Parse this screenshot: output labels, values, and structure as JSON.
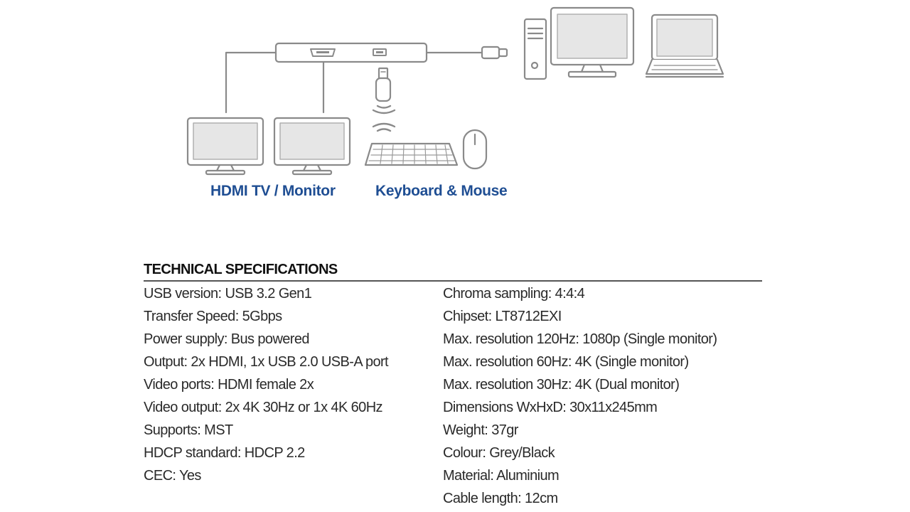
{
  "diagram": {
    "captions": {
      "monitor": "HDMI TV / Monitor",
      "keyboard_mouse": "Keyboard & Mouse"
    },
    "accent_color": "#1f4e93",
    "line_color": "#8a8a8a"
  },
  "specs": {
    "heading": "TECHNICAL SPECIFICATIONS",
    "left": [
      "USB version: USB 3.2 Gen1",
      "Transfer Speed: 5Gbps",
      "Power supply: Bus powered",
      "Output: 2x HDMI, 1x USB 2.0 USB-A port",
      "Video ports: HDMI female 2x",
      "Video output: 2x 4K 30Hz or 1x 4K 60Hz",
      "Supports: MST",
      "HDCP standard: HDCP 2.2",
      "CEC: Yes"
    ],
    "right": [
      "Chroma sampling: 4:4:4",
      "Chipset: LT8712EXI",
      "Max. resolution 120Hz: 1080p (Single monitor)",
      "Max. resolution 60Hz: 4K (Single monitor)",
      "Max. resolution 30Hz: 4K (Dual monitor)",
      "Dimensions WxHxD: 30x11x245mm",
      "Weight: 37gr",
      "Colour: Grey/Black",
      "Material: Aluminium",
      "Cable length: 12cm"
    ]
  }
}
